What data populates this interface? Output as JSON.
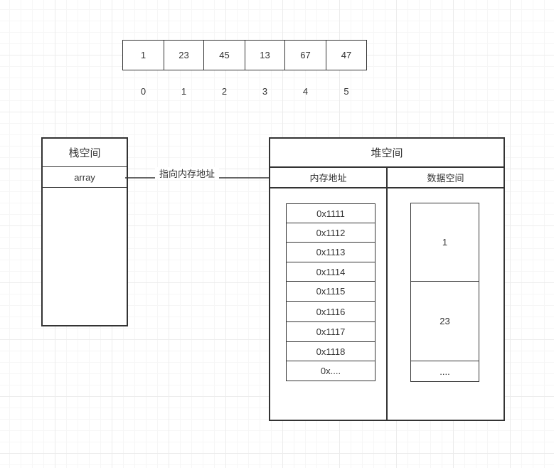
{
  "array": {
    "values": [
      "1",
      "23",
      "45",
      "13",
      "67",
      "47"
    ],
    "indices": [
      "0",
      "1",
      "2",
      "3",
      "4",
      "5"
    ]
  },
  "stack": {
    "title": "栈空间",
    "variable": "array"
  },
  "arrow": {
    "label": "指向内存地址"
  },
  "heap": {
    "title": "堆空间",
    "col_address": "内存地址",
    "col_data": "数据空间",
    "addresses": [
      "0x1111",
      "0x1112",
      "0x1113",
      "0x1114",
      "0x1115",
      "0x1116",
      "0x1117",
      "0x1118",
      "0x...."
    ],
    "data": [
      "1",
      "23",
      "...."
    ]
  },
  "colors": {
    "stroke": "#333333",
    "grid": "#ececec",
    "background": "#ffffff"
  }
}
